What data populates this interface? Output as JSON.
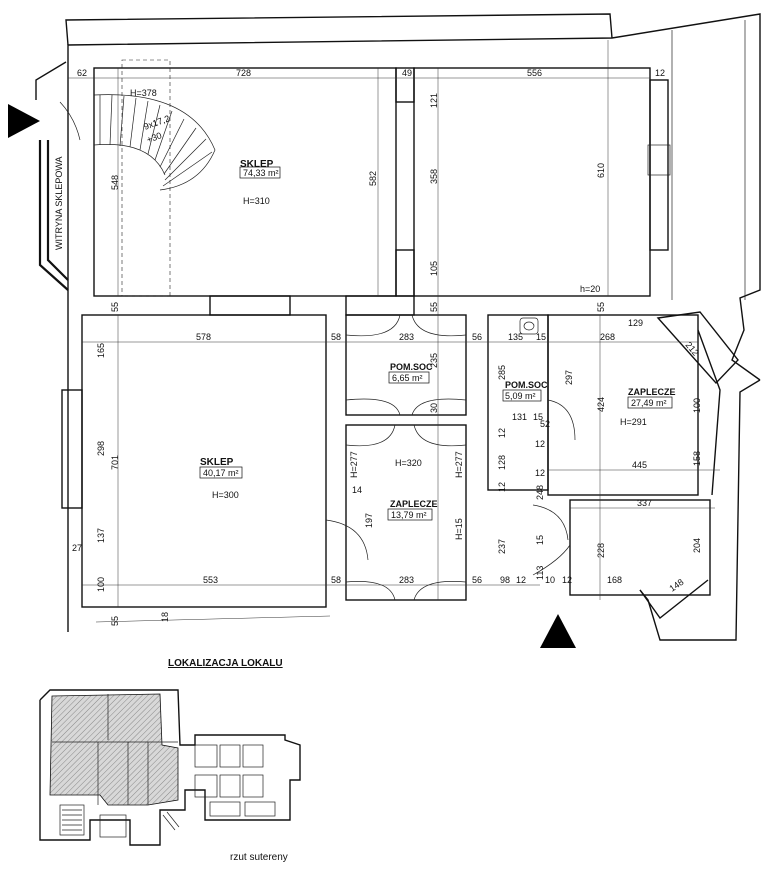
{
  "rooms": {
    "sklep_top": {
      "name": "SKLEP",
      "area": "74,33 m²",
      "height": "H=310"
    },
    "sklep_left": {
      "name": "SKLEP",
      "area": "40,17 m²",
      "height": "H=300"
    },
    "pom_soc_1": {
      "name": "POM.SOC",
      "area": "6,65 m²"
    },
    "pom_soc_2": {
      "name": "POM.SOC",
      "area": "5,09 m²"
    },
    "zaplecze_right": {
      "name": "ZAPLECZE",
      "area": "27,49 m²",
      "height": "H=291"
    },
    "zaplecze_mid": {
      "name": "ZAPLECZE",
      "area": "13,79 m²"
    }
  },
  "labels": {
    "vitrine": "WITRYNA SKLEPOWA",
    "stairs": "9x17,2\n+30",
    "h378": "H=378",
    "h320": "H=320",
    "h277a": "H=277",
    "h277b": "H=277",
    "h15": "H=15",
    "h20": "h=20",
    "locator_title": "LOKALIZACJA LOKALU",
    "locator_caption": "rzut sutereny"
  },
  "dims": {
    "d62": "62",
    "d728": "728",
    "d49": "49",
    "d121": "121",
    "d556": "556",
    "d12a": "12",
    "d548": "548",
    "d582": "582",
    "d358": "358",
    "d610": "610",
    "d105": "105",
    "d55a": "55",
    "d55b": "55",
    "d55c": "55",
    "d578": "578",
    "d58a": "58",
    "d283a": "283",
    "d56a": "56",
    "d135": "135",
    "d15a": "15",
    "d268": "268",
    "d129": "129",
    "d212": "212",
    "d165": "165",
    "d235": "235",
    "d285": "285",
    "d297": "297",
    "d424": "424",
    "d100a": "100",
    "d298": "298",
    "d701": "701",
    "d30": "30",
    "d131": "131",
    "d15b": "15",
    "d52": "52",
    "d12b": "12",
    "d128": "128",
    "d12c": "12",
    "d445": "445",
    "d158": "158",
    "d248": "248",
    "d12d": "12",
    "d12e": "12",
    "d14": "14",
    "d337": "337",
    "d197": "197",
    "d237": "237",
    "d15c": "15",
    "d228": "228",
    "d204": "204",
    "d137": "137",
    "d27": "27",
    "d113": "113",
    "d100b": "100",
    "d553": "553",
    "d58b": "58",
    "d283b": "283",
    "d56b": "56",
    "d98": "98",
    "d12f": "12",
    "d10": "10",
    "d12g": "12",
    "d168": "168",
    "d148": "148",
    "d55d": "55",
    "d18": "18"
  }
}
